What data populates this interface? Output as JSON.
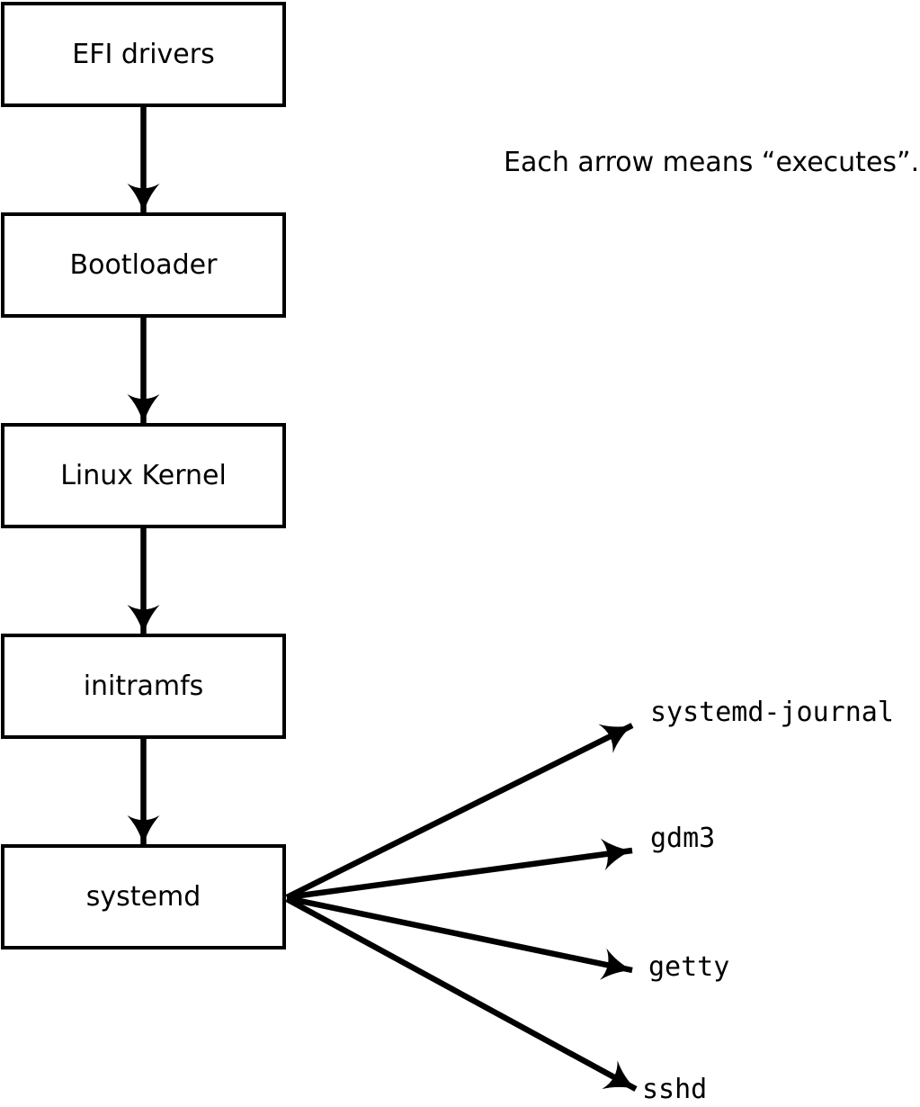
{
  "diagram": {
    "caption": "Each arrow means “executes”.",
    "boot_chain": [
      {
        "label": "EFI drivers"
      },
      {
        "label": "Bootloader"
      },
      {
        "label": "Linux Kernel"
      },
      {
        "label": "initramfs"
      },
      {
        "label": "systemd"
      }
    ],
    "spawned_processes": [
      {
        "label": "systemd-journal"
      },
      {
        "label": "gdm3"
      },
      {
        "label": "getty"
      },
      {
        "label": "sshd"
      }
    ],
    "colors": {
      "line": "#000000",
      "box_border": "#000000",
      "box_fill": "#ffffff",
      "text": "#000000",
      "background": "#ffffff"
    }
  }
}
